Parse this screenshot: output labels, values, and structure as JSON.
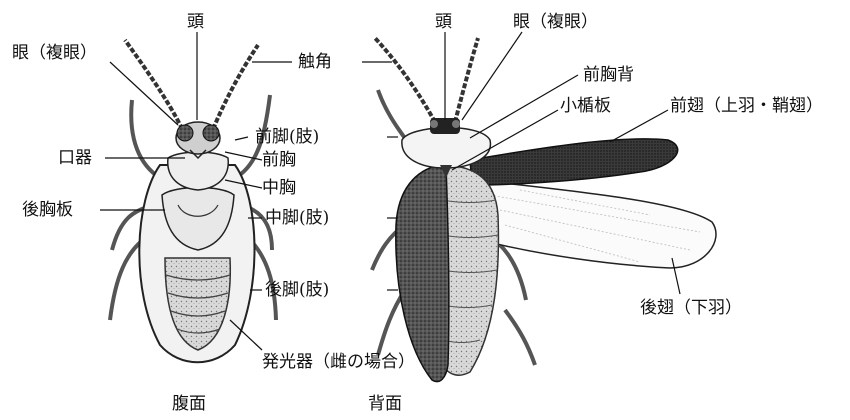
{
  "ventral": {
    "caption": "腹面",
    "labels": {
      "head": "頭",
      "eye": "眼（複眼）",
      "antenna": "触角",
      "mouthparts": "口器",
      "foreleg": "前脚(肢)",
      "prothorax": "前胸",
      "mesothorax": "中胸",
      "metathoracic_plate": "後胸板",
      "midleg": "中脚(肢)",
      "hindleg": "後脚(肢)",
      "light_organ": "発光器（雌の場合）"
    }
  },
  "dorsal": {
    "caption": "背面",
    "labels": {
      "head": "頭",
      "eye": "眼（複眼）",
      "pronotum": "前胸背",
      "scutellum": "小楯板",
      "forewing": "前翅（上羽・鞘翅）",
      "hindwing": "後翅（下羽）"
    }
  }
}
